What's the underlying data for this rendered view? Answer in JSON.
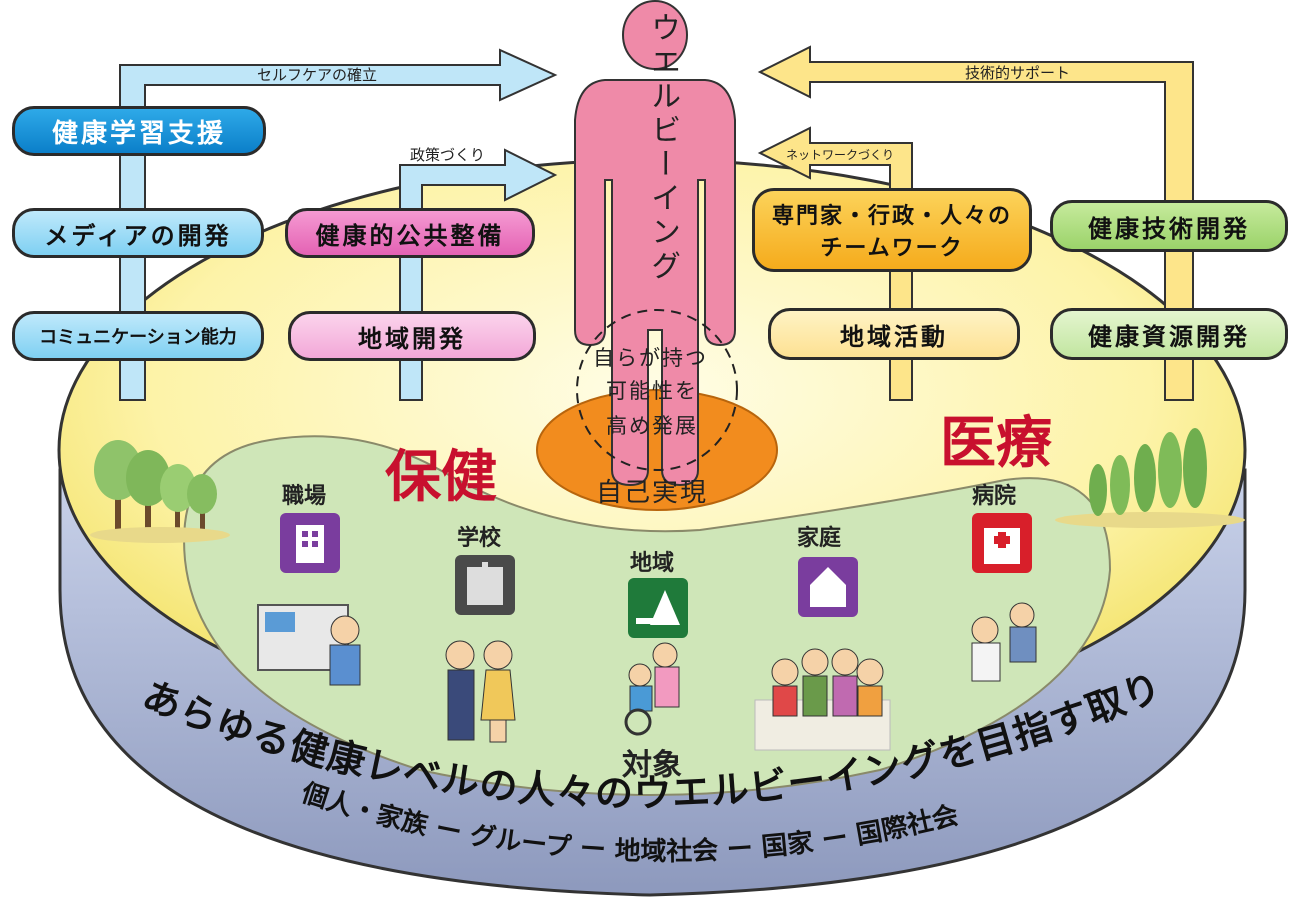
{
  "figure": {
    "body_label": "ウエルビーイング",
    "potential_text": [
      "自らが持つ",
      "可能性を",
      "高め発展"
    ],
    "self_realization": "自己実現",
    "health_label": "保健",
    "medical_label": "医療",
    "target_label": "対象"
  },
  "left_boxes": {
    "health_learning": "健康学習支援",
    "media": "メディアの開発",
    "communication": "コミュニケーション能力",
    "public_health": "健康的公共整備",
    "community_dev": "地域開発"
  },
  "right_boxes": {
    "teamwork_line1": "専門家・行政・人々の",
    "teamwork_line2": "チームワーク",
    "community_activity": "地域活動",
    "tech_dev": "健康技術開発",
    "resource_dev": "健康資源開発"
  },
  "arrows": {
    "selfcare": "セルフケアの確立",
    "policy": "政策づくり",
    "tech_support": "技術的サポート",
    "network": "ネットワークづくり"
  },
  "settings": {
    "workplace": "職場",
    "school": "学校",
    "community": "地域",
    "home": "家庭",
    "hospital": "病院"
  },
  "rim": {
    "line1": "あらゆる健康レベルの人々のウエルビーイングを目指す取り組み",
    "line2": "個人・家族 ー グループ ー 地域社会 ー 国家 ー 国際社会"
  },
  "colors": {
    "disk_top": "#fdf6b0",
    "disk_rim": "#b9c4de",
    "inner_green": "#cfe6b8",
    "body_pink": "#ef8aa8",
    "oval_orange": "#f28c1e",
    "accent_red": "#c8102e"
  }
}
